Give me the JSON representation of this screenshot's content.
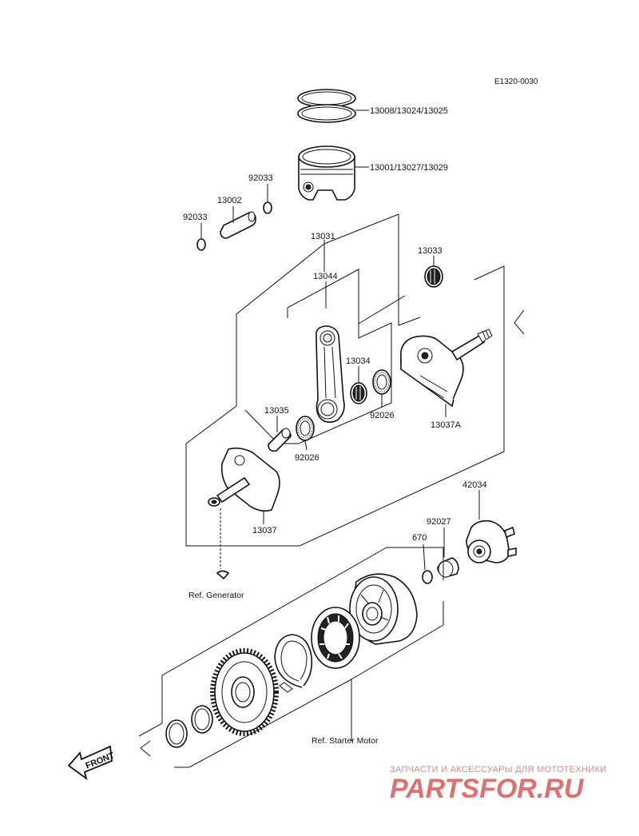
{
  "diagram_code": "E1320-0030",
  "parts": {
    "piston_rings": "13008/13024/13025",
    "piston": "13001/13027/13029",
    "circlip_upper": "92033",
    "piston_pin": "13002",
    "circlip_lower": "92033",
    "crankshaft_assy": "13031",
    "connecting_rod": "13044",
    "needle_bearing_top": "13033",
    "needle_bearing_big": "13034",
    "crankpin": "13035",
    "washer_left": "92026",
    "washer_right": "92026",
    "crank_half_right": "13037A",
    "crank_half_left": "13037",
    "clutch_hub": "42034",
    "collar": "92027",
    "oring": "670"
  },
  "refs": {
    "generator": "Ref. Generator",
    "starter_motor": "Ref. Starter Motor"
  },
  "front_label": "FRONT",
  "watermark": {
    "line1": "ЗАПЧАСТИ И АКСЕССУАРЫ ДЛЯ МОТОТЕХНИКИ",
    "line2": "PARTSFOR.RU"
  }
}
